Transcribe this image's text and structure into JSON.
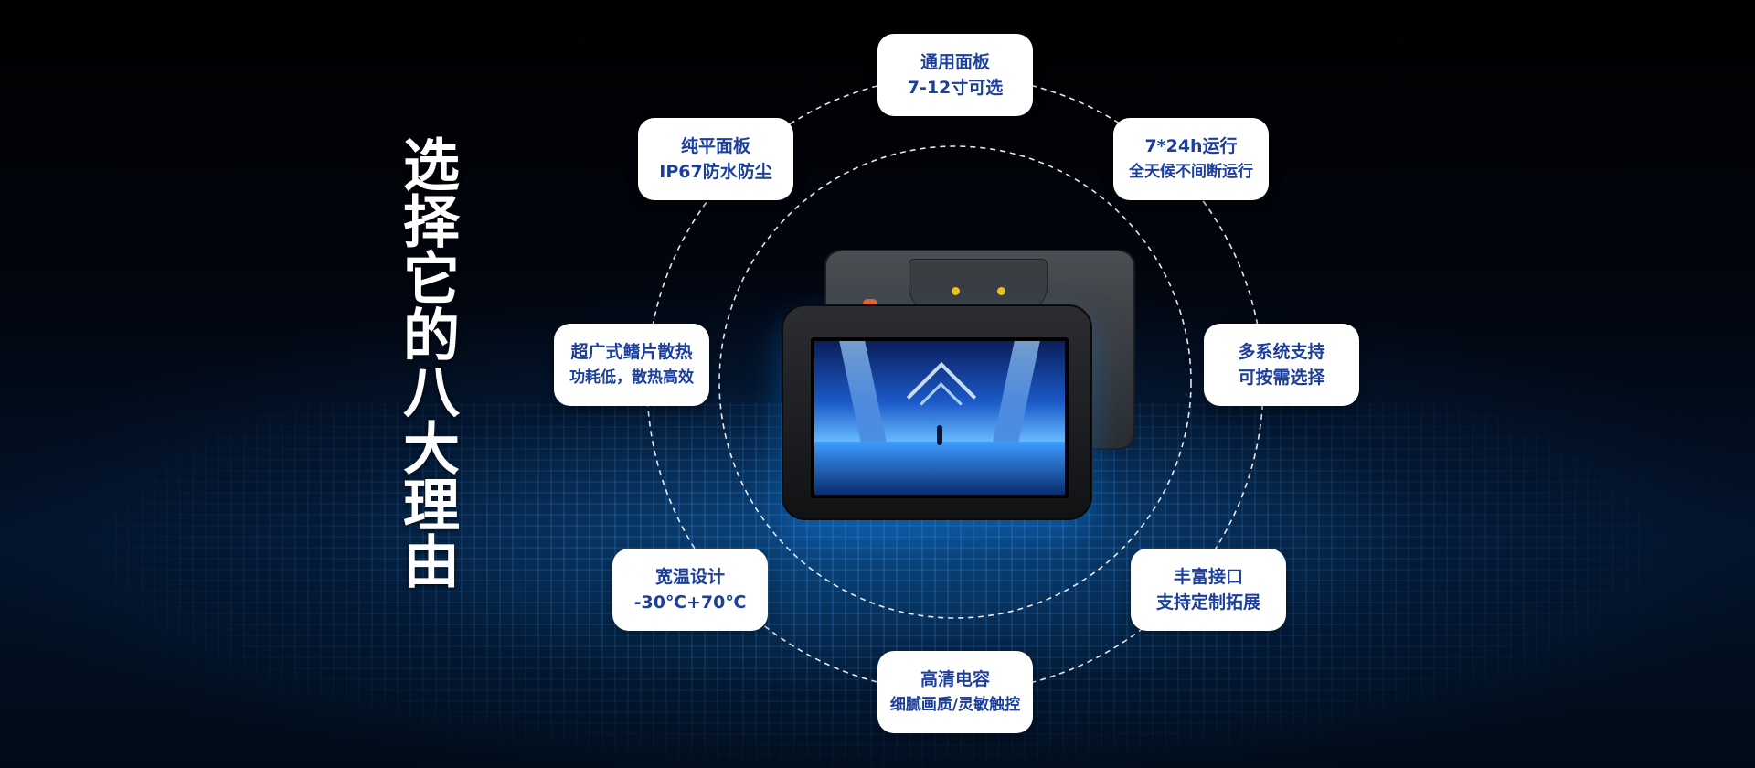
{
  "headline": "选择它的八大理由",
  "features": {
    "top": {
      "line1": "通用面板",
      "line2": "7-12寸可选"
    },
    "top_right": {
      "line1": "7*24h运行",
      "line2": "全天候不间断运行"
    },
    "right": {
      "line1": "多系统支持",
      "line2": "可按需选择"
    },
    "bottom_right": {
      "line1": "丰富接口",
      "line2": "支持定制拓展"
    },
    "bottom": {
      "line1": "高清电容",
      "line2": "细腻画质/灵敏触控"
    },
    "bottom_left": {
      "line1": "宽温设计",
      "line2": "-30℃+70℃"
    },
    "left": {
      "line1": "超广式鳍片散热",
      "line2": "功耗低，散热高效"
    },
    "top_left": {
      "line1": "纯平面板",
      "line2": "IP67防水防尘"
    }
  },
  "colors": {
    "card_text": "#1d3f9c",
    "card_bg": "#ffffff",
    "ring": "#ffffff",
    "accent_glow": "#1478d2"
  }
}
